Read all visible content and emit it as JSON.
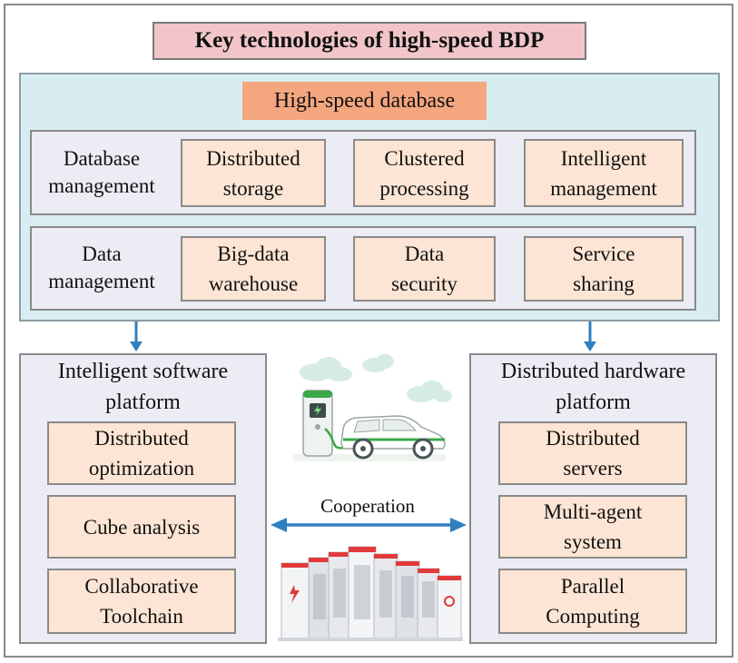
{
  "title": "Key technologies of high-speed BDP",
  "database": {
    "title": "High-speed database",
    "rows": [
      {
        "label": "Database\nmanagement",
        "cells": [
          "Distributed\nstorage",
          "Clustered\nprocessing",
          "Intelligent\nmanagement"
        ]
      },
      {
        "label": "Data\nmanagement",
        "cells": [
          "Big-data\nwarehouse",
          "Data\nsecurity",
          "Service\nsharing"
        ]
      }
    ]
  },
  "software": {
    "title": "Intelligent software\nplatform",
    "items": [
      "Distributed\noptimization",
      "Cube analysis",
      "Collaborative\nToolchain"
    ]
  },
  "hardware": {
    "title": "Distributed hardware\nplatform",
    "items": [
      "Distributed\nservers",
      "Multi-agent\nsystem",
      "Parallel\nComputing"
    ]
  },
  "cooperation_label": "Cooperation",
  "icons": {
    "top": "ev-charging-icon",
    "bottom": "server-rack-icon"
  },
  "colors": {
    "title_fill": "#f2c6c9",
    "db_panel": "#d8edf2",
    "db_title_fill": "#f4a67f",
    "cell_fill": "#fce5d4",
    "panel_fill": "#ececf4",
    "arrow": "#2f7fc1",
    "ev_green": "#3aa84a",
    "server_red": "#e23a3a"
  }
}
